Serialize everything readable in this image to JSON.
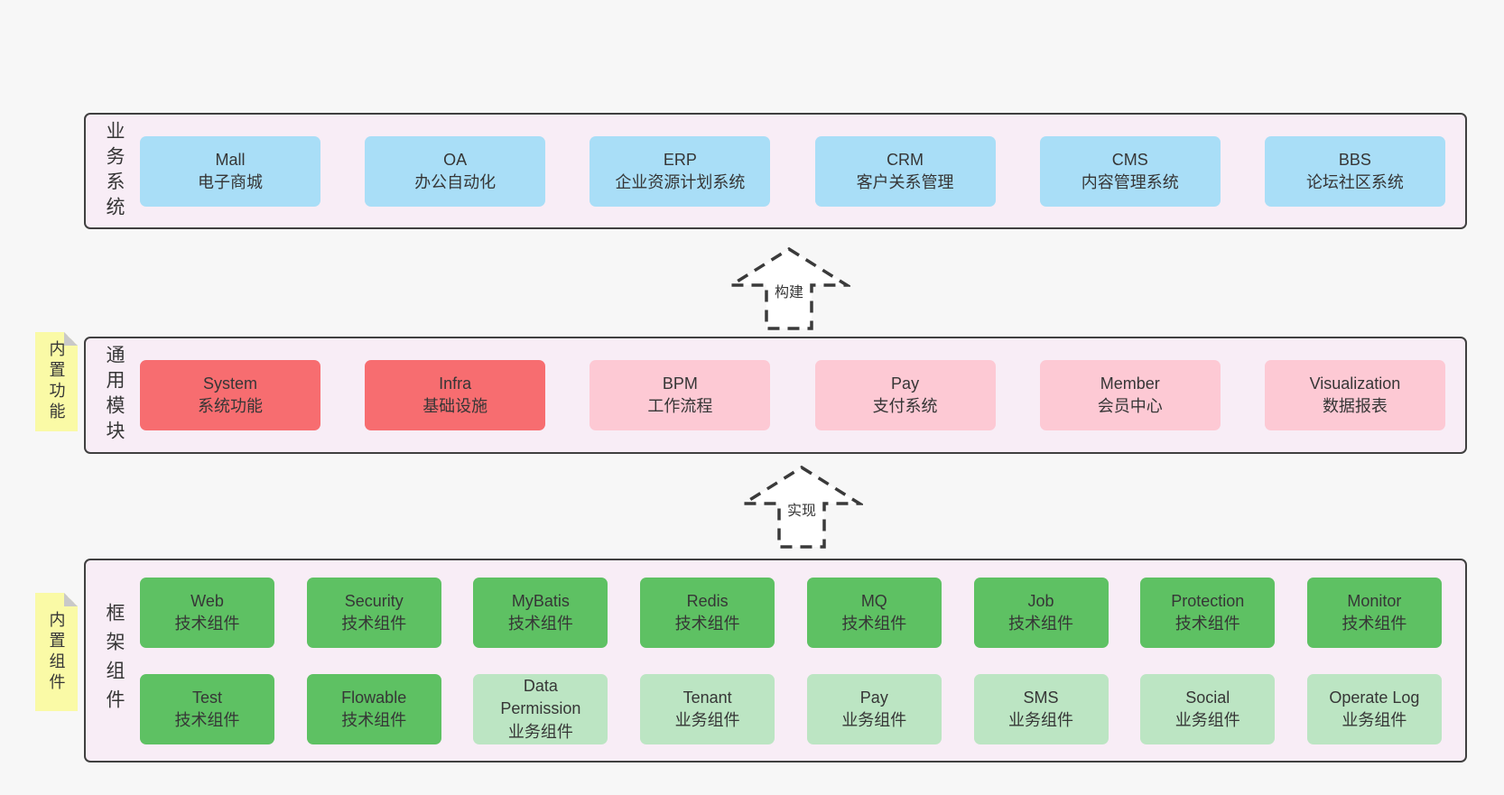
{
  "diagram": {
    "arrows": [
      {
        "label": "构建"
      },
      {
        "label": "实现"
      }
    ],
    "layers": [
      {
        "label": "业务系统",
        "boxes": [
          {
            "title": "Mall",
            "subtitle": "电子商城"
          },
          {
            "title": "OA",
            "subtitle": "办公自动化"
          },
          {
            "title": "ERP",
            "subtitle": "企业资源计划系统"
          },
          {
            "title": "CRM",
            "subtitle": "客户关系管理"
          },
          {
            "title": "CMS",
            "subtitle": "内容管理系统"
          },
          {
            "title": "BBS",
            "subtitle": "论坛社区系统"
          }
        ]
      },
      {
        "label": "通用模块",
        "note": "内置功能",
        "boxes": [
          {
            "title": "System",
            "subtitle": "系统功能"
          },
          {
            "title": "Infra",
            "subtitle": "基础设施"
          },
          {
            "title": "BPM",
            "subtitle": "工作流程"
          },
          {
            "title": "Pay",
            "subtitle": "支付系统"
          },
          {
            "title": "Member",
            "subtitle": "会员中心"
          },
          {
            "title": "Visualization",
            "subtitle": "数据报表"
          }
        ]
      },
      {
        "label": "框架组件",
        "note": "内置组件",
        "rows": [
          [
            {
              "title": "Web",
              "subtitle": "技术组件"
            },
            {
              "title": "Security",
              "subtitle": "技术组件"
            },
            {
              "title": "MyBatis",
              "subtitle": "技术组件"
            },
            {
              "title": "Redis",
              "subtitle": "技术组件"
            },
            {
              "title": "MQ",
              "subtitle": "技术组件"
            },
            {
              "title": "Job",
              "subtitle": "技术组件"
            },
            {
              "title": "Protection",
              "subtitle": "技术组件"
            },
            {
              "title": "Monitor",
              "subtitle": "技术组件"
            }
          ],
          [
            {
              "title": "Test",
              "subtitle": "技术组件"
            },
            {
              "title": "Flowable",
              "subtitle": "技术组件"
            },
            {
              "title": "Data Permission",
              "subtitle": "业务组件"
            },
            {
              "title": "Tenant",
              "subtitle": "业务组件"
            },
            {
              "title": "Pay",
              "subtitle": "业务组件"
            },
            {
              "title": "SMS",
              "subtitle": "业务组件"
            },
            {
              "title": "Social",
              "subtitle": "业务组件"
            },
            {
              "title": "Operate Log",
              "subtitle": "业务组件"
            }
          ]
        ]
      }
    ],
    "colors": {
      "background": "#f7f7f7",
      "layer_fill": "#f8edf6",
      "layer_border": "#404040",
      "blue_box": "#a9def7",
      "red_box": "#f76d70",
      "pink_box": "#fdc9d4",
      "green_box": "#5ec163",
      "light_green_box": "#bce5c3",
      "note_yellow": "#fafaa6",
      "text": "#363636"
    }
  }
}
